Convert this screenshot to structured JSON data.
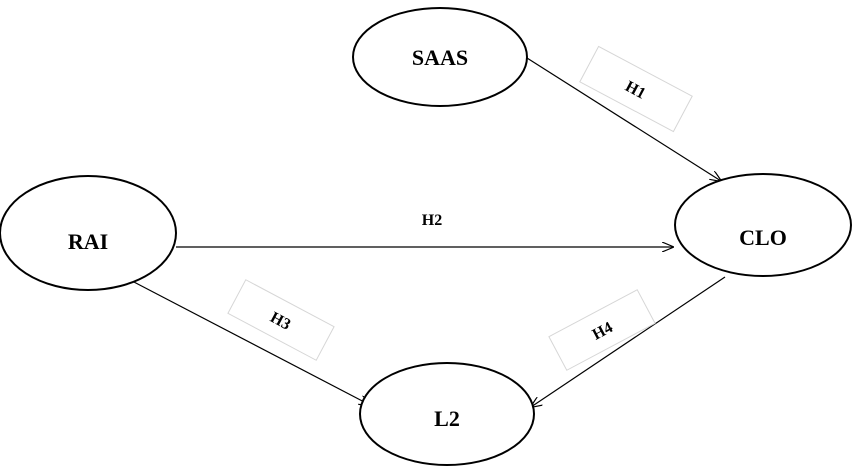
{
  "nodes": {
    "saas": "SAAS",
    "rai": "RAI",
    "clo": "CLO",
    "l2": "L2"
  },
  "edges": [
    {
      "from": "SAAS",
      "to": "CLO",
      "label": "H1"
    },
    {
      "from": "RAI",
      "to": "CLO",
      "label": "H2"
    },
    {
      "from": "RAI",
      "to": "L2",
      "label": "H3"
    },
    {
      "from": "CLO",
      "to": "L2",
      "label": "H4"
    }
  ],
  "colors": {
    "stroke": "#000000",
    "label_box_border": "#d6d6d6",
    "background": "#ffffff"
  }
}
